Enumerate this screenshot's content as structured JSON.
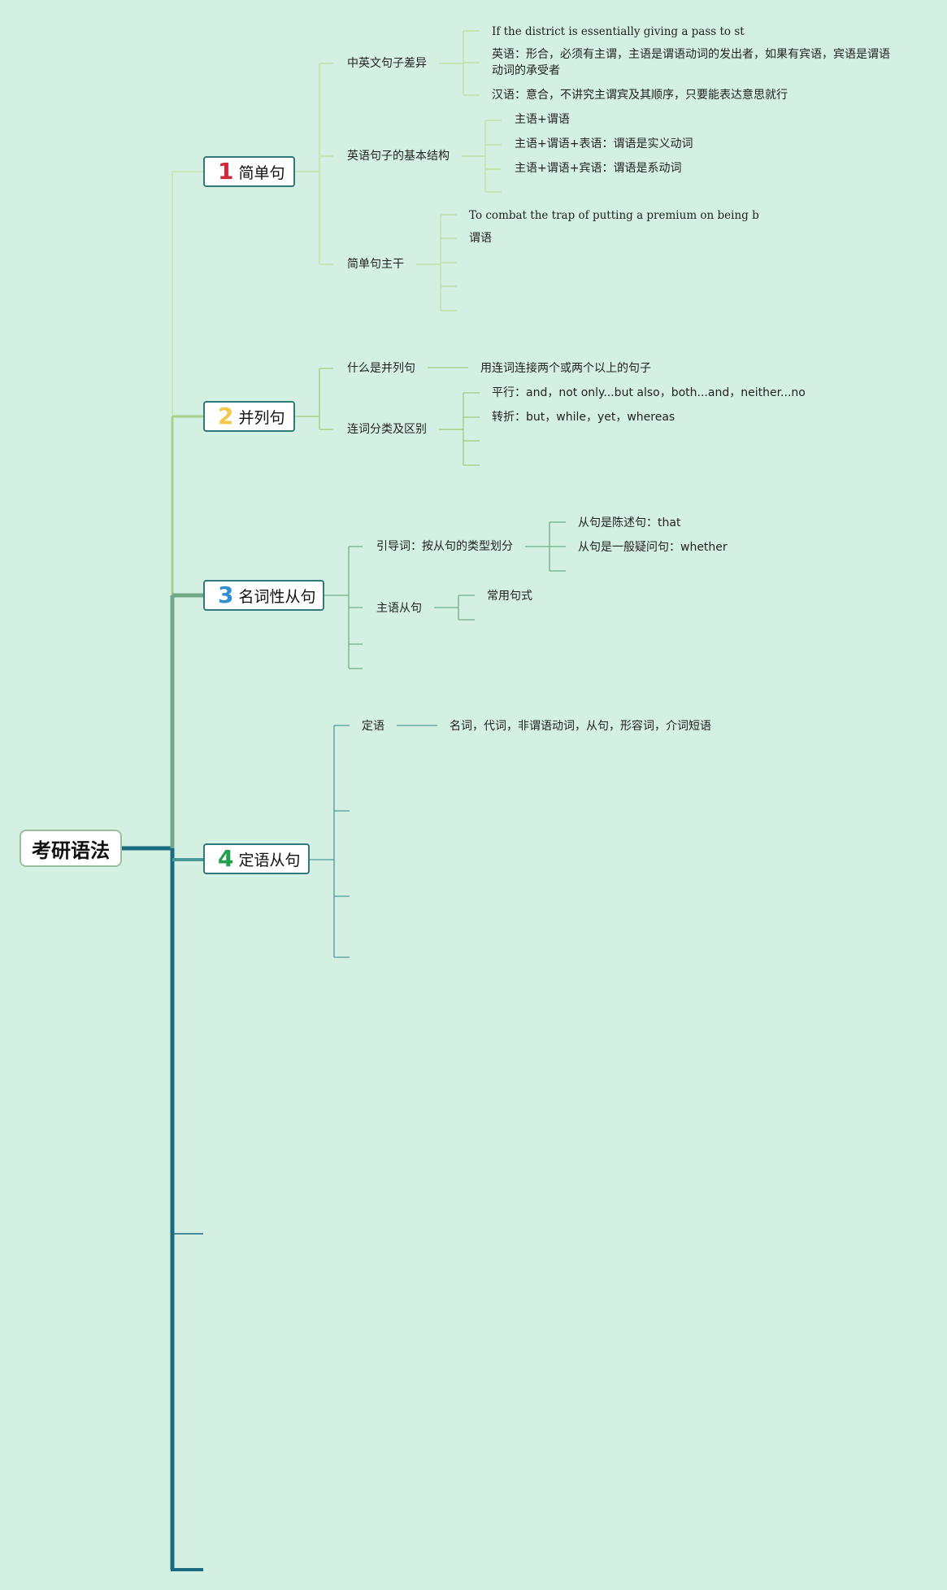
{
  "root": {
    "title": "考研语法"
  },
  "topics": [
    {
      "num": "1",
      "label": "简单句",
      "branches": [
        {
          "label": "中英文句子差异",
          "items": [
            "If the district is essentially giving a pass to st",
            "英语：形合，必须有主谓，主语是谓语动词的发出者，如果有宾语，宾语是谓语动词的承受者",
            "汉语：意合，不讲究主谓宾及其顺序，只要能表达意思就行"
          ]
        },
        {
          "label": "英语句子的基本结构",
          "items": [
            "主语+谓语",
            "主语+谓语+表语：谓语是实义动词",
            "主语+谓语+宾语：谓语是系动词"
          ]
        },
        {
          "label": "简单句主干",
          "items": [
            "To combat the trap of putting a premium on being b",
            "谓语"
          ]
        }
      ]
    },
    {
      "num": "2",
      "label": "并列句",
      "branches": [
        {
          "label": "什么是并列句",
          "items": [
            "用连词连接两个或两个以上的句子"
          ]
        },
        {
          "label": "连词分类及区别",
          "items": [
            "平行：and，not only...but also，both...and，neither...no",
            "转折：but，while，yet，whereas"
          ]
        }
      ]
    },
    {
      "num": "3",
      "label": "名词性从句",
      "branches": [
        {
          "label": "引导词：按从句的类型划分",
          "items": [
            "从句是陈述句：that",
            "从句是一般疑问句：whether"
          ]
        },
        {
          "label": "主语从句",
          "items": [
            "常用句式"
          ]
        }
      ]
    },
    {
      "num": "4",
      "label": "定语从句",
      "branches": [
        {
          "label": "定语",
          "items": [
            "名词，代词，非谓语动词，从句，形容词，介词短语"
          ]
        }
      ]
    }
  ],
  "colors": {
    "background": "#d4f0e2",
    "topic1_line": "#bfe0a0",
    "topic2_line": "#9ccc80",
    "topic3_line": "#6fb08a",
    "topic4_line": "#4c9a98",
    "trunk": "#1b6b80"
  }
}
